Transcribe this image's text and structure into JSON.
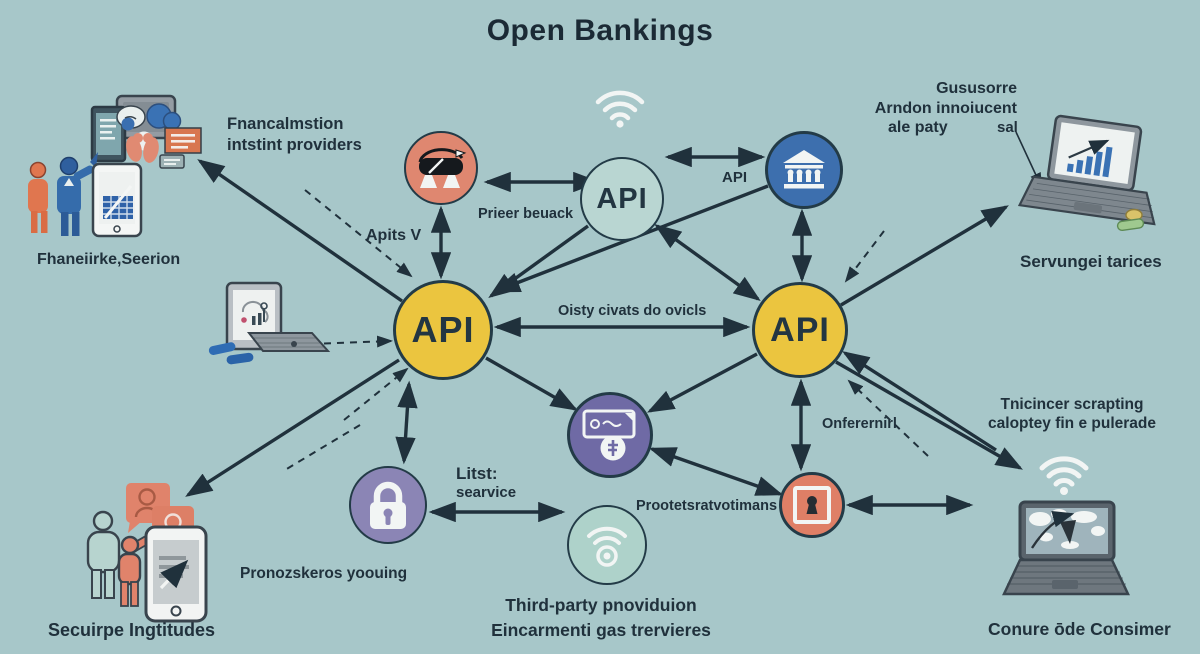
{
  "diagram": {
    "title": "Open Bankings",
    "colors": {
      "bg": "#a7c7c9",
      "ink": "#20313c",
      "salmon": "#df8770",
      "salmon-deep": "#df7f66",
      "blue": "#3d6fae",
      "yellow": "#ebc53f",
      "purple": "#6f6aa5",
      "purple-light": "#8b85b5",
      "teal-node": "#b9d6d2",
      "teal-soft": "#aed2ca",
      "white-ink": "#f2f5f4"
    },
    "nodes": {
      "api_top": "API",
      "api_left": "API",
      "api_right": "API"
    },
    "icons": {
      "burst": "megaphone-cloud-icon",
      "bank": "bank-building-icon",
      "money": "banknote-coin-icon",
      "lock": "padlock-icon",
      "wifi_node": "wifi-signal-icon",
      "keyhole": "keyhole-square-icon",
      "wifi_top": "wifi-icon",
      "wifi_right": "wifi-icon"
    },
    "labels": {
      "financial_institution": [
        "Fnancalmstion",
        "intstint providers"
      ],
      "financial_section": "Fhaneiirke,Seerion",
      "apits": "Apits V",
      "prieer": "Prieer beuack",
      "api_link": "API",
      "gususorre": [
        "Gususorre",
        "Arndon innoiucent"
      ],
      "ale_paty": "ale paty",
      "sal": "sal",
      "services": "Servungei tarices",
      "oisty": "Oisty civats do ovicls",
      "onferernirl": "Onferernirl",
      "tnicincer": [
        "Tnicincer scrapting",
        "caloptey fin e pulerade"
      ],
      "litst": [
        "Litst:",
        "searvice"
      ],
      "prootets": "Prootetsratvotimans",
      "pronozskeros": "Pronozskeros yoouing",
      "third_party": [
        "Third-party pnoviduion",
        "Eincarmenti gas trervieres"
      ],
      "secuirpe": "Secuirpe Ingtitudes",
      "conure": "Conure ōde Consimer"
    }
  }
}
